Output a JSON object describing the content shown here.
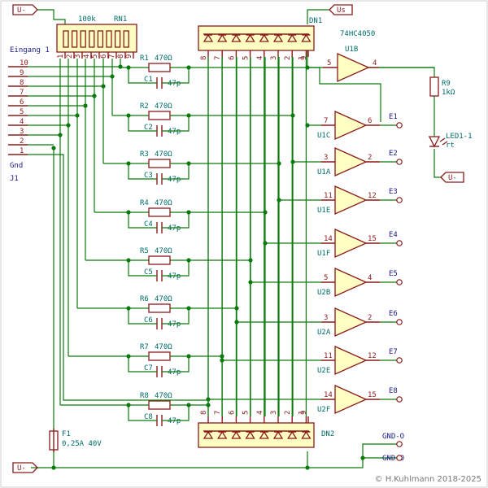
{
  "connector": {
    "ref": "J1",
    "title": "Eingang 1",
    "gnd": "Gnd",
    "pins": [
      "10",
      "9",
      "8",
      "7",
      "6",
      "5",
      "4",
      "3",
      "2",
      "1"
    ]
  },
  "rn1": {
    "ref": "RN1",
    "value": "100k",
    "pins": [
      "1",
      "2",
      "3",
      "4",
      "5",
      "6",
      "7",
      "8",
      "9"
    ]
  },
  "dn1": {
    "ref": "DN1",
    "value": "74HC4050",
    "pins": [
      "8",
      "7",
      "6",
      "5",
      "4",
      "3",
      "2",
      "1",
      "9"
    ]
  },
  "dn2": {
    "ref": "DN2",
    "pins": [
      "8",
      "7",
      "6",
      "5",
      "4",
      "3",
      "2",
      "1",
      "9"
    ]
  },
  "power": {
    "u_minus": "U-",
    "u_s": "Us",
    "gnd_o": "GND-O"
  },
  "u1b": {
    "ref": "U1B",
    "in": "5",
    "out": "4"
  },
  "r9": {
    "ref": "R9",
    "value": "1kΩ"
  },
  "led": {
    "ref": "LED1-1",
    "value": "rt"
  },
  "fuse": {
    "ref": "F1",
    "value": "0,25A 40V"
  },
  "channels": [
    {
      "r": "R1",
      "rv": "470Ω",
      "c": "C1",
      "cv": "47p",
      "u": "U1C",
      "pin_in": "7",
      "pin_out": "6",
      "e": "E1"
    },
    {
      "r": "R2",
      "rv": "470Ω",
      "c": "C2",
      "cv": "47p",
      "u": "U1A",
      "pin_in": "3",
      "pin_out": "2",
      "e": "E2"
    },
    {
      "r": "R3",
      "rv": "470Ω",
      "c": "C3",
      "cv": "47p",
      "u": "U1E",
      "pin_in": "11",
      "pin_out": "12",
      "e": "E3"
    },
    {
      "r": "R4",
      "rv": "470Ω",
      "c": "C4",
      "cv": "47p",
      "u": "U1F",
      "pin_in": "14",
      "pin_out": "15",
      "e": "E4"
    },
    {
      "r": "R5",
      "rv": "470Ω",
      "c": "C5",
      "cv": "47p",
      "u": "U2B",
      "pin_in": "5",
      "pin_out": "4",
      "e": "E5"
    },
    {
      "r": "R6",
      "rv": "470Ω",
      "c": "C6",
      "cv": "47p",
      "u": "U2A",
      "pin_in": "3",
      "pin_out": "2",
      "e": "E6"
    },
    {
      "r": "R7",
      "rv": "470Ω",
      "c": "C7",
      "cv": "47p",
      "u": "U2E",
      "pin_in": "11",
      "pin_out": "12",
      "e": "E7"
    },
    {
      "r": "R8",
      "rv": "470Ω",
      "c": "C8",
      "cv": "47p",
      "u": "U2F",
      "pin_in": "14",
      "pin_out": "15",
      "e": "E8"
    }
  ],
  "copyright": "© H.Kuhlmann 2018-2025"
}
